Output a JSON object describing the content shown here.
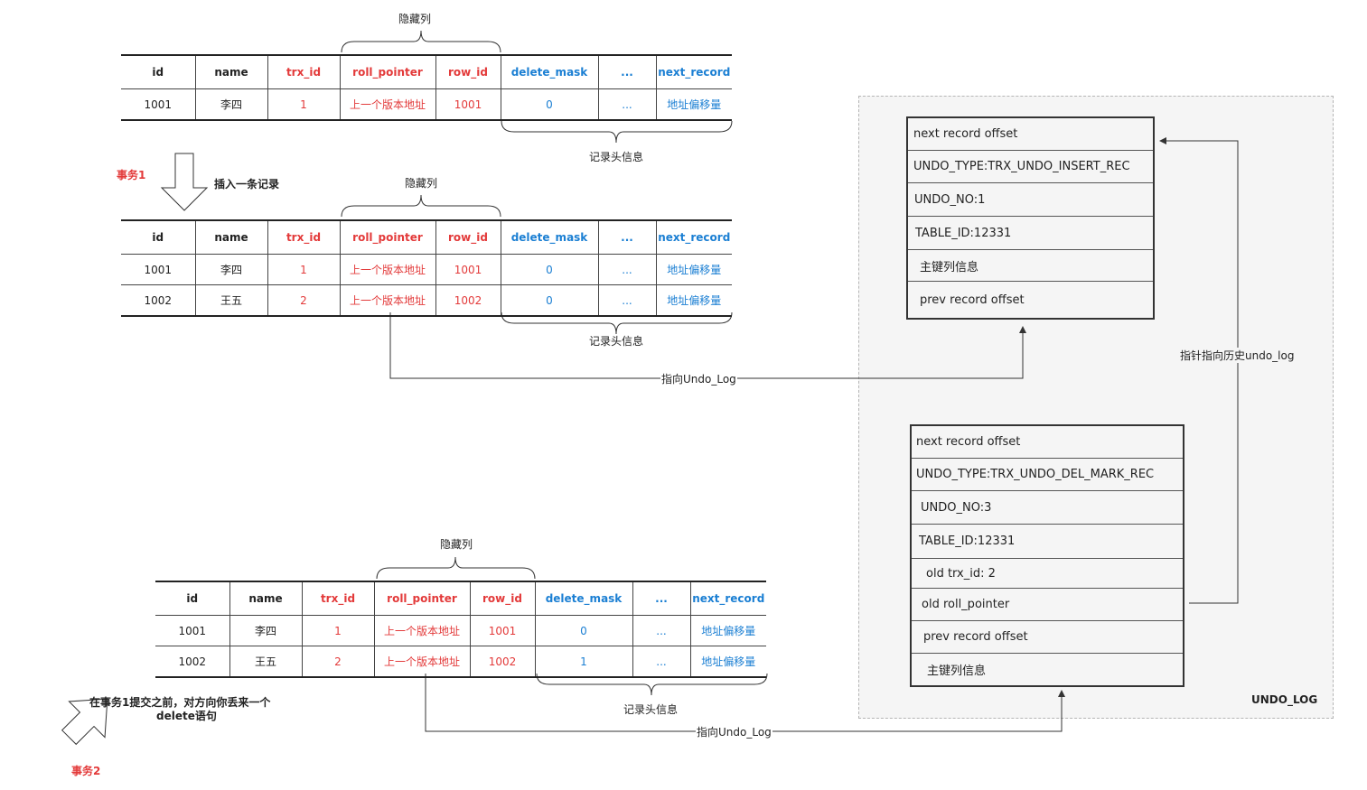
{
  "columns": [
    {
      "key": "id",
      "label": "id",
      "color": "#222222"
    },
    {
      "key": "name",
      "label": "name",
      "color": "#222222"
    },
    {
      "key": "trx_id",
      "label": "trx_id",
      "color": "#e33a3a"
    },
    {
      "key": "roll_pointer",
      "label": "roll_pointer",
      "color": "#e33a3a"
    },
    {
      "key": "row_id",
      "label": "row_id",
      "color": "#e33a3a"
    },
    {
      "key": "delete_mask",
      "label": "delete_mask",
      "color": "#1b7fd3"
    },
    {
      "key": "more",
      "label": "...",
      "color": "#1b7fd3"
    },
    {
      "key": "next_record",
      "label": "next_record",
      "color": "#1b7fd3"
    }
  ],
  "tables": {
    "t1": {
      "rows": [
        [
          "1001",
          "李四",
          "1",
          "上一个版本地址",
          "1001",
          "0",
          "...",
          "地址偏移量"
        ]
      ]
    },
    "t2": {
      "rows": [
        [
          "1001",
          "李四",
          "1",
          "上一个版本地址",
          "1001",
          "0",
          "...",
          "地址偏移量"
        ],
        [
          "1002",
          "王五",
          "2",
          "上一个版本地址",
          "1002",
          "0",
          "...",
          "地址偏移量"
        ]
      ]
    },
    "t3": {
      "rows": [
        [
          "1001",
          "李四",
          "1",
          "上一个版本地址",
          "1001",
          "0",
          "...",
          "地址偏移量"
        ],
        [
          "1002",
          "王五",
          "2",
          "上一个版本地址",
          "1002",
          "1",
          "...",
          "地址偏移量"
        ]
      ]
    }
  },
  "labels": {
    "hidden_cols": "隐藏列",
    "record_header": "记录头信息",
    "tx1": "事务1",
    "insert_one": "插入一条记录",
    "tx2": "事务2",
    "tx2_note_line1": "在事务1提交之前，对方向你丢来一个",
    "tx2_note_line2": "delete语句",
    "pointer_undo": "指向Undo_Log",
    "pointer_history": "指针指向历史undo_log",
    "undo_log": "UNDO_LOG"
  },
  "undo_records": {
    "insert_rec": [
      "next record offset",
      "UNDO_TYPE:TRX_UNDO_INSERT_REC",
      "UNDO_NO:1",
      "TABLE_ID:12331",
      "主键列信息",
      "prev record offset"
    ],
    "del_mark_rec": [
      "next record offset",
      "UNDO_TYPE:TRX_UNDO_DEL_MARK_REC",
      "UNDO_NO:3",
      "TABLE_ID:12331",
      "old trx_id: 2",
      "old roll_pointer",
      "prev record offset",
      "主键列信息"
    ]
  }
}
